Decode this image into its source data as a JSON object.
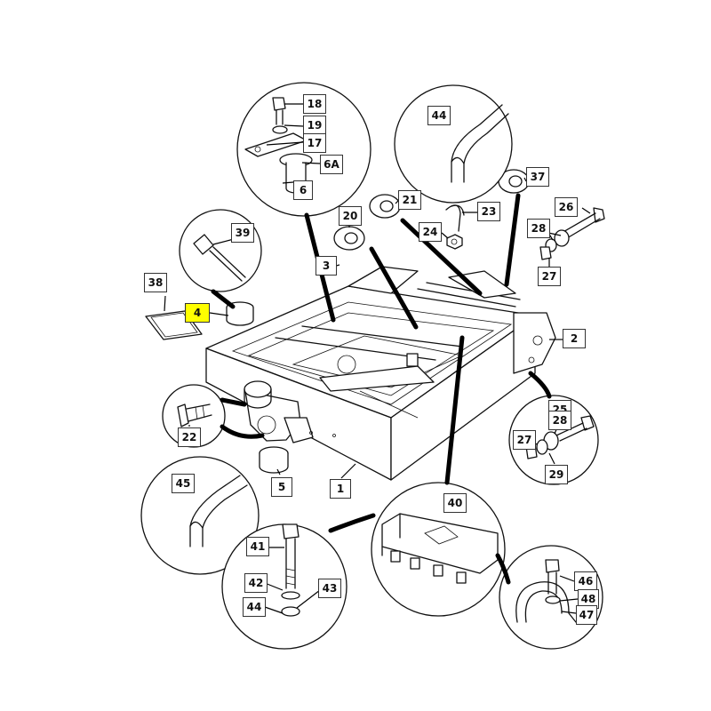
{
  "callouts": [
    {
      "id": "1",
      "label": "1"
    },
    {
      "id": "2",
      "label": "2"
    },
    {
      "id": "3",
      "label": "3"
    },
    {
      "id": "4",
      "label": "4",
      "highlight": "#ffff00"
    },
    {
      "id": "5",
      "label": "5"
    },
    {
      "id": "6",
      "label": "6"
    },
    {
      "id": "6A",
      "label": "6A"
    },
    {
      "id": "17",
      "label": "17"
    },
    {
      "id": "18",
      "label": "18"
    },
    {
      "id": "19",
      "label": "19"
    },
    {
      "id": "20",
      "label": "20"
    },
    {
      "id": "21",
      "label": "21"
    },
    {
      "id": "22",
      "label": "22"
    },
    {
      "id": "23",
      "label": "23"
    },
    {
      "id": "24",
      "label": "24"
    },
    {
      "id": "25",
      "label": "25"
    },
    {
      "id": "26",
      "label": "26"
    },
    {
      "id": "27a",
      "label": "27"
    },
    {
      "id": "27b",
      "label": "27"
    },
    {
      "id": "28a",
      "label": "28"
    },
    {
      "id": "28b",
      "label": "28"
    },
    {
      "id": "29",
      "label": "29"
    },
    {
      "id": "37",
      "label": "37"
    },
    {
      "id": "38",
      "label": "38"
    },
    {
      "id": "39",
      "label": "39"
    },
    {
      "id": "40",
      "label": "40"
    },
    {
      "id": "41",
      "label": "41"
    },
    {
      "id": "42",
      "label": "42"
    },
    {
      "id": "43",
      "label": "43"
    },
    {
      "id": "44a",
      "label": "44"
    },
    {
      "id": "44b",
      "label": "44"
    },
    {
      "id": "45",
      "label": "45"
    },
    {
      "id": "46",
      "label": "46"
    },
    {
      "id": "47",
      "label": "47"
    },
    {
      "id": "48",
      "label": "48"
    }
  ],
  "colors": {
    "highlight": "#ffff00",
    "line": "#111111",
    "background": "#ffffff"
  }
}
